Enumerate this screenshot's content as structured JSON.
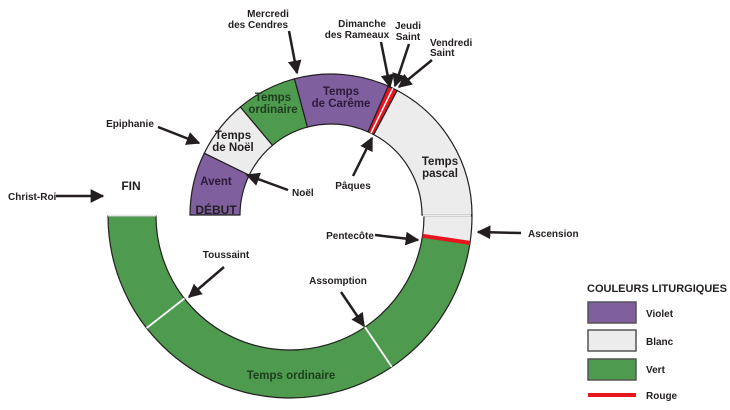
{
  "colors": {
    "violet": "#7f5f9e",
    "blanc": "#ececec",
    "vert": "#4e9a4e",
    "rouge": "#e8141e",
    "outline": "#231f20",
    "text_dark": "#231f20",
    "text_on_green": "#1f3d1f",
    "text_on_violet": "#2d1a3d"
  },
  "segments": [
    {
      "id": "avent",
      "label_lines": [
        "Avent"
      ],
      "color": "violet"
    },
    {
      "id": "temps-de-noel",
      "label_lines": [
        "Temps",
        "de Noël"
      ],
      "color": "blanc"
    },
    {
      "id": "temps-ordinaire-1",
      "label_lines": [
        "Temps",
        "ordinaire"
      ],
      "color": "vert"
    },
    {
      "id": "temps-de-careme",
      "label_lines": [
        "Temps",
        "de Carême"
      ],
      "color": "violet"
    },
    {
      "id": "semaine-sainte",
      "label_lines": [],
      "color": "rouge"
    },
    {
      "id": "temps-pascal",
      "label_lines": [
        "Temps",
        "pascal"
      ],
      "color": "blanc"
    },
    {
      "id": "pentecote-line",
      "label_lines": [],
      "color": "rouge"
    },
    {
      "id": "temps-ordinaire-2",
      "label_lines": [
        "Temps ordinaire"
      ],
      "color": "vert"
    }
  ],
  "markers": {
    "debut": "DÉBUT",
    "fin": "FIN"
  },
  "annotations": [
    {
      "id": "mercredi-des-cendres",
      "lines": [
        "Mercredi",
        "des Cendres"
      ]
    },
    {
      "id": "dimanche-des-rameaux",
      "lines": [
        "Dimanche",
        "des Rameaux"
      ]
    },
    {
      "id": "jeudi-saint",
      "lines": [
        "Jeudi",
        "Saint"
      ]
    },
    {
      "id": "vendredi-saint",
      "lines": [
        "Vendredi",
        "Saint"
      ]
    },
    {
      "id": "epiphanie",
      "lines": [
        "Epiphanie"
      ]
    },
    {
      "id": "noel",
      "lines": [
        "Noël"
      ]
    },
    {
      "id": "christ-roi",
      "lines": [
        "Christ-Roi"
      ]
    },
    {
      "id": "paques",
      "lines": [
        "Pâques"
      ]
    },
    {
      "id": "pentecote",
      "lines": [
        "Pentecôte"
      ]
    },
    {
      "id": "ascension",
      "lines": [
        "Ascension"
      ]
    },
    {
      "id": "toussaint",
      "lines": [
        "Toussaint"
      ]
    },
    {
      "id": "assomption",
      "lines": [
        "Assomption"
      ]
    }
  ],
  "legend": {
    "title": "COULEURS LITURGIQUES",
    "items": [
      {
        "label": "Violet",
        "color": "violet",
        "kind": "box"
      },
      {
        "label": "Blanc",
        "color": "blanc",
        "kind": "box"
      },
      {
        "label": "Vert",
        "color": "vert",
        "kind": "box"
      },
      {
        "label": "Rouge",
        "color": "rouge",
        "kind": "line"
      }
    ]
  }
}
